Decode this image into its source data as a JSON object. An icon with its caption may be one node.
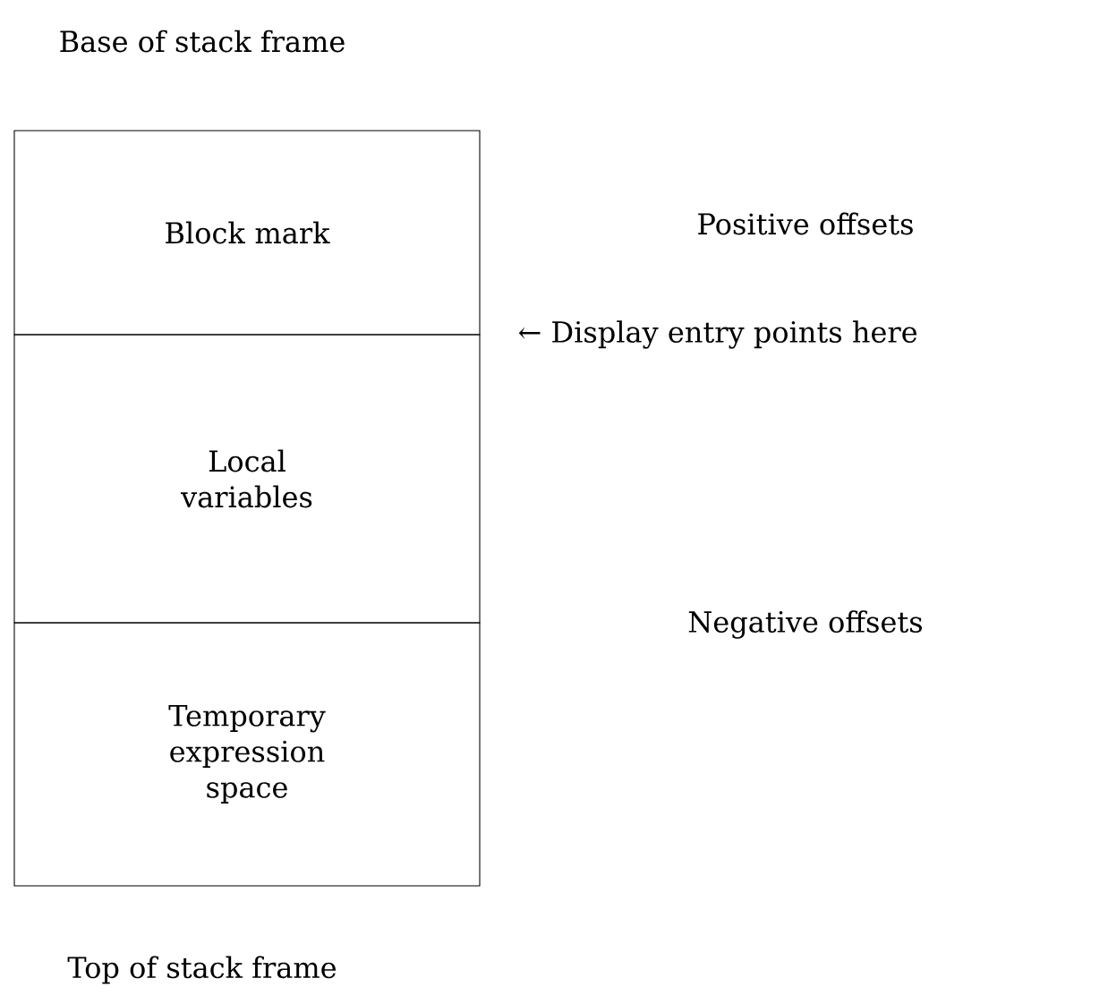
{
  "diagram": {
    "nodes": [
      {
        "text": [
          "Block mark"
        ]
      },
      {
        "text": [
          "Local variables"
        ]
      },
      {
        "text": [
          "Temporary expression space"
        ]
      }
    ],
    "labels": [
      "Base of stack frame",
      "Positive offsets",
      "← Display entry points here",
      "Negative offsets",
      "Top of stack frame"
    ]
  }
}
